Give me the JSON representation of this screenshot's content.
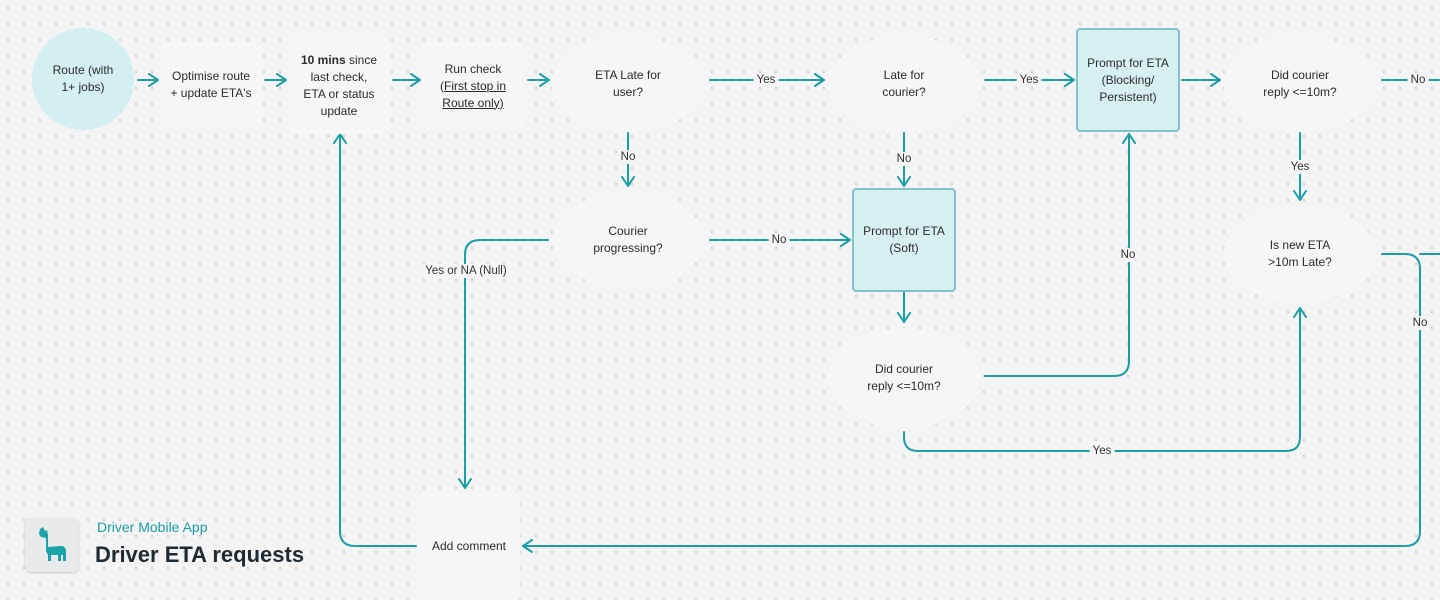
{
  "header": {
    "app_name": "Driver Mobile App",
    "title": "Driver ETA requests",
    "logo_icon": "llama-icon"
  },
  "colors": {
    "edge": "#1b9fa6",
    "prompt_fill": "#d6f0f2",
    "prompt_border": "#80c4c9",
    "start_fill": "#d3eff1"
  },
  "nodes": {
    "route": {
      "line1": "Route (with",
      "line2": "1+ jobs)"
    },
    "optimise": {
      "line1": "Optimise route",
      "line2": "+ update ETA's"
    },
    "trigger": {
      "bold": "10 mins",
      "line1_rest": " since",
      "line2": "last check,",
      "line3": "ETA or status",
      "line4": "update"
    },
    "run_check": {
      "line1": "Run check",
      "paren_open": "(",
      "underlined": "First stop in",
      "line3": "Route only)"
    },
    "eta_late_user": {
      "line1": "ETA Late for",
      "line2": "user?"
    },
    "late_courier": {
      "line1": "Late for",
      "line2": "courier?"
    },
    "prompt_blocking": {
      "line1": "Prompt for ETA",
      "line2": "(Blocking/",
      "line3": "Persistent)"
    },
    "reply_top": {
      "line1": "Did courier",
      "line2": "reply <=10m?"
    },
    "courier_progressing": {
      "line1": "Courier",
      "line2": "progressing?"
    },
    "prompt_soft": {
      "line1": "Prompt for ETA",
      "line2": "(Soft)"
    },
    "new_eta_late": {
      "line1": "Is new ETA",
      "line2": ">10m Late?"
    },
    "reply_mid": {
      "line1": "Did courier",
      "line2": "reply <=10m?"
    },
    "add_comment": {
      "label": "Add comment"
    }
  },
  "edge_labels": {
    "yes_user_late": "Yes",
    "yes_courier_late": "Yes",
    "no_top_right": "No",
    "no_user_late": "No",
    "no_courier_late": "No",
    "yes_reply_top": "Yes",
    "no_progressing": "No",
    "yes_or_na": "Yes or NA (Null)",
    "no_reply_mid": "No",
    "no_new_eta": "No",
    "yes_reply_mid": "Yes"
  }
}
